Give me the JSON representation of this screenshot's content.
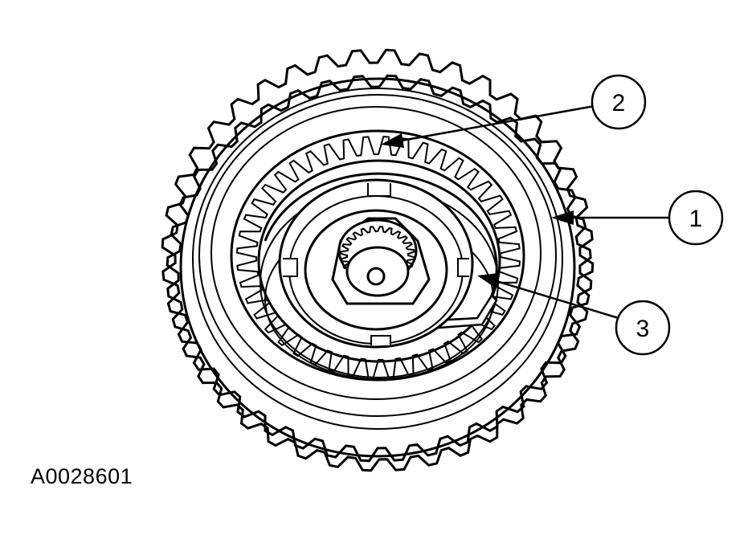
{
  "figure": {
    "id": "A0028601"
  },
  "callouts": [
    {
      "number": "1"
    },
    {
      "number": "2"
    },
    {
      "number": "3"
    }
  ],
  "colors": {
    "line": "#000000",
    "background": "#ffffff"
  }
}
